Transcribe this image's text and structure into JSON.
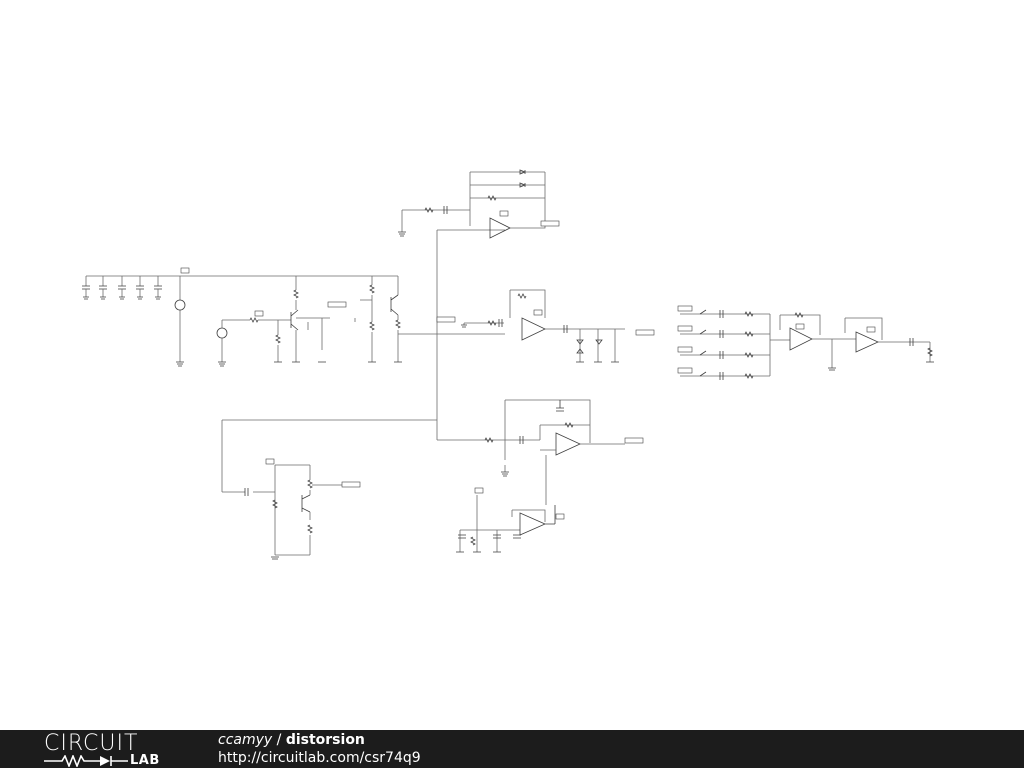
{
  "footer": {
    "logo_top": "CIRCUIT",
    "logo_bottom": "LAB",
    "author": "ccamyy",
    "separator": "/",
    "project": "distorsion",
    "url": "http://circuitlab.com/csr74q9"
  },
  "colors": {
    "footer_background": "#1c1c1c",
    "canvas_background": "#ffffff",
    "wire": "#6b6b6b"
  },
  "icons": [
    "resistor-icon",
    "diode-icon",
    "circuitlab-logo"
  ]
}
